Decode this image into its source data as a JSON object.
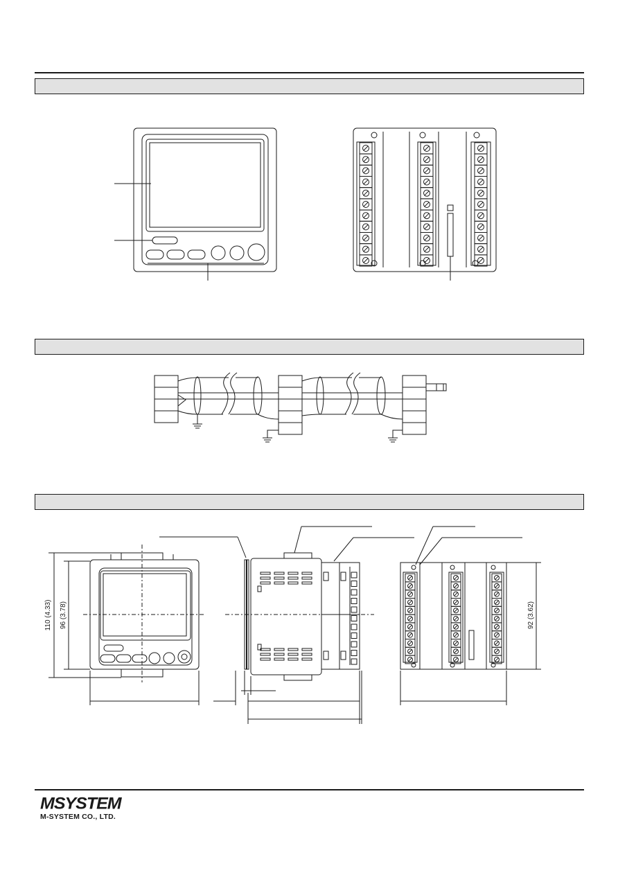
{
  "sections": [
    {
      "heading": ""
    },
    {
      "heading": ""
    },
    {
      "heading": ""
    }
  ],
  "dimensions": {
    "overall_height": "110 (4.33)",
    "bezel_height": "96 (3.78)",
    "rear_height": "92 (3.62)"
  },
  "footer": {
    "logo_text": "MSYSTEM",
    "company_name": "M-SYSTEM CO., LTD."
  },
  "colors": {
    "ink": "#1a1a1a",
    "band_fill": "#e2e2e2"
  }
}
